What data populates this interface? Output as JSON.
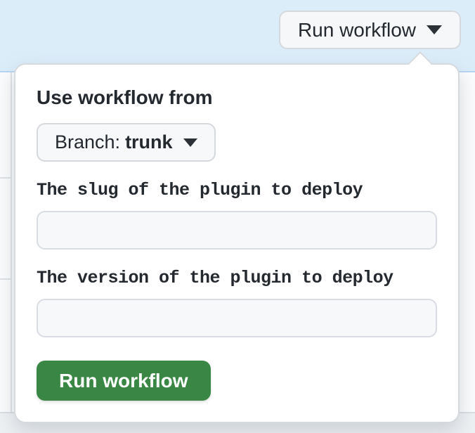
{
  "banner": {
    "run_workflow_button": {
      "label": "Run workflow"
    }
  },
  "popover": {
    "heading": "Use workflow from",
    "branch_selector": {
      "prefix": "Branch:",
      "selected_branch": "trunk"
    },
    "inputs": [
      {
        "label": "The slug of the plugin to deploy",
        "value": ""
      },
      {
        "label": "The version of the plugin to deploy",
        "value": ""
      }
    ],
    "submit_button": {
      "label": "Run workflow"
    }
  },
  "colors": {
    "banner_background": "#dcedfa",
    "banner_border": "#b7d5f1",
    "popover_background": "#ffffff",
    "control_background": "#f6f8fa",
    "control_border": "#d5d9de",
    "primary_green": "#3a8745",
    "text": "#24292f"
  }
}
